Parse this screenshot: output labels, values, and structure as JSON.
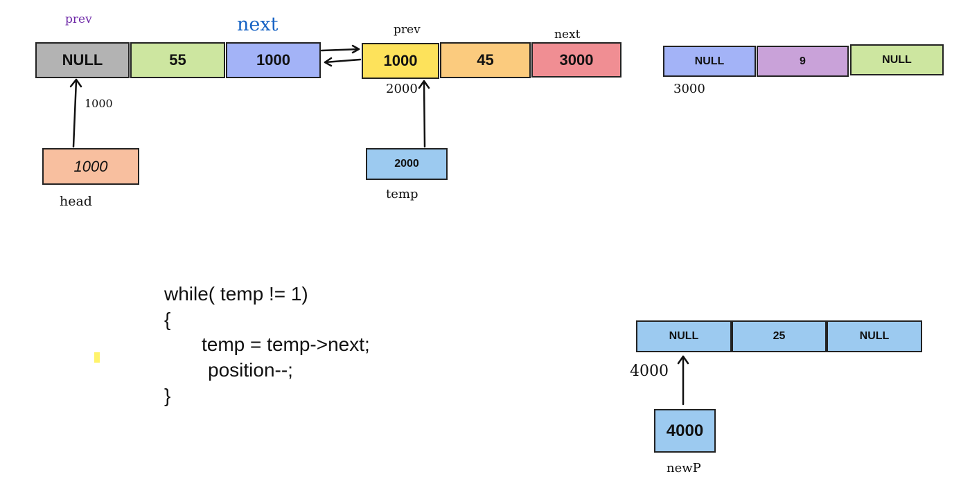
{
  "colors": {
    "gray": "#b3b3b3",
    "light_green": "#cde6a0",
    "periwinkle": "#a3b3f7",
    "yellow": "#fde25b",
    "orange": "#fbcb7e",
    "pink": "#f08e93",
    "purple": "#c9a2d9",
    "peach": "#f8bf9f",
    "sky_blue": "#9ccaf0",
    "highlight": "#fff36b",
    "handwriting_purple": "#6f2aa8",
    "handwriting_blue": "#1763c4"
  },
  "node1": {
    "prev": "NULL",
    "data": "55",
    "next": "1000",
    "prev_label": "prev",
    "next_label": "next"
  },
  "node2": {
    "prev": "1000",
    "data": "45",
    "next": "3000",
    "prev_label": "prev",
    "next_label": "next",
    "address": "2000"
  },
  "node3": {
    "prev": "NULL",
    "data": "9",
    "next": "NULL",
    "address": "3000"
  },
  "node4": {
    "prev": "NULL",
    "data": "25",
    "next": "NULL",
    "address": "4000"
  },
  "head": {
    "value": "1000",
    "label": "head",
    "address": "1000"
  },
  "temp": {
    "value": "2000",
    "label": "temp"
  },
  "newp": {
    "value": "4000",
    "label": "newP"
  },
  "code": {
    "line1": "while( temp != 1)",
    "line2": "{",
    "line3": "temp = temp->next;",
    "line4": "position--;",
    "line5": "}"
  }
}
